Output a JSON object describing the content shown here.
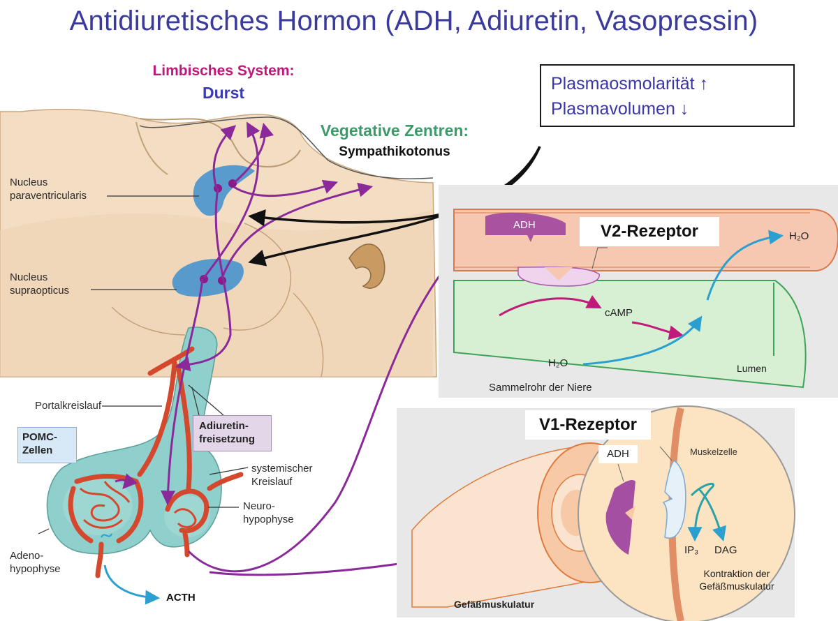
{
  "title": "Antidiuretisches Hormon (ADH, Adiuretin, Vasopressin)",
  "brain": {
    "limbic_line1": "Limbisches System:",
    "limbic_line2": "Durst",
    "vegetative_line1": "Vegetative Zentren:",
    "vegetative_line2": "Sympathikotonus",
    "pvn_line1": "Nucleus",
    "pvn_line2": "paraventricularis",
    "son_line1": "Nucleus",
    "son_line2": "supraopticus",
    "portal": "Portalkreislauf",
    "pomc_line1": "POMC-",
    "pomc_line2": "Zellen",
    "freisetzung_line1": "Adiuretin-",
    "freisetzung_line2": "freisetzung",
    "systemisch_line1": "systemischer",
    "systemisch_line2": "Kreislauf",
    "neuro_line1": "Neuro-",
    "neuro_line2": "hypophyse",
    "adeno_line1": "Adeno-",
    "adeno_line2": "hypophyse",
    "acth": "ACTH"
  },
  "stimulus": {
    "line1": "Plasmaosmolarität ↑",
    "line2": "Plasmavolumen ↓"
  },
  "kidney": {
    "receptor": "V2-Rezeptor",
    "adh": "ADH",
    "h2o_out": "H₂O",
    "camp": "cAMP",
    "h2o_in": "H₂O",
    "lumen": "Lumen",
    "caption": "Sammelrohr der Niere"
  },
  "vessel": {
    "receptor": "V1-Rezeptor",
    "adh": "ADH",
    "muscle_cell": "Muskelzelle",
    "ip3": "IP₃",
    "dag": "DAG",
    "contraction_line1": "Kontraktion der",
    "contraction_line2": "Gefäßmuskulatur",
    "caption": "Gefäßmuskulatur"
  },
  "colors": {
    "title": "#3a3a9c",
    "limbic": "#c0187a",
    "durst": "#3b3bb0",
    "vegetative": "#3c9a6a",
    "nucleus": "#3e8fd0",
    "axon": "#8a2a9a",
    "vessel_red": "#d4482e",
    "pituitary": "#8fcfcc",
    "tissue": "#f3ddc3",
    "kidney_panel": "#e8e8e8",
    "cyan_arrow": "#2a9fd0",
    "magenta_arrow": "#c01a7a"
  }
}
